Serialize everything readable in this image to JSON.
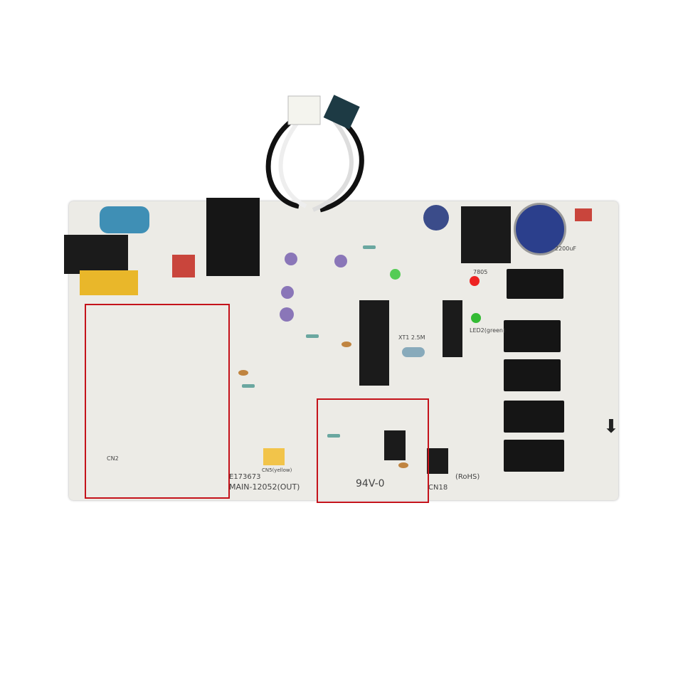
{
  "image": {
    "subject": "printed-circuit-board",
    "labels": {
      "model": "MAIN-12052(OUT)",
      "cert_code": "E173673",
      "flammability": "94V-0",
      "rohs": "(RoHS)",
      "connector_cn18": "CN18",
      "crystal": "XT1 2.5M",
      "cap_c5": "2200uF",
      "regulator": "7805",
      "led_green": "LED2(green)",
      "connector_cn5": "CN5(yellow)",
      "cn2": "CN2"
    },
    "highlight_color": "#c4121a",
    "board_color": "#ecebe6"
  }
}
